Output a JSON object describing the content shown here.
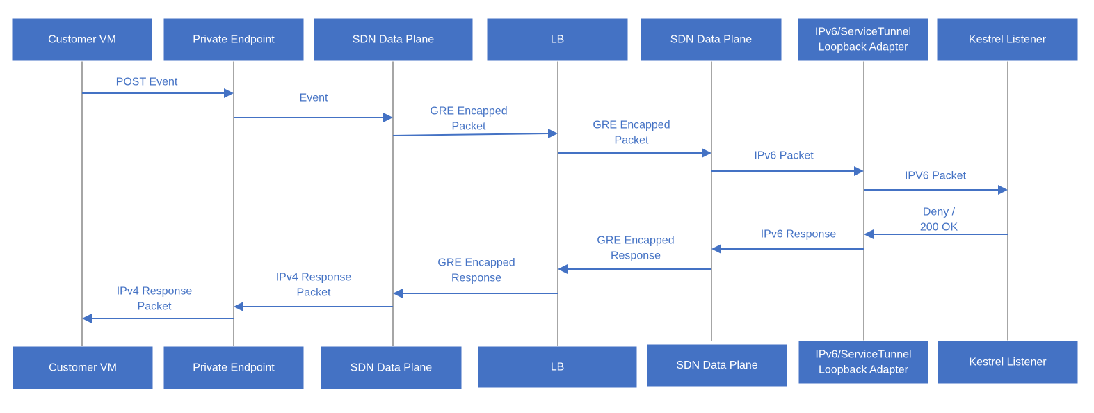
{
  "participants": [
    {
      "id": "customer-vm",
      "label": [
        "Customer VM"
      ]
    },
    {
      "id": "private-endpoint",
      "label": [
        "Private Endpoint"
      ]
    },
    {
      "id": "sdn-data-plane-1",
      "label": [
        "SDN Data Plane"
      ]
    },
    {
      "id": "lb",
      "label": [
        "LB"
      ]
    },
    {
      "id": "sdn-data-plane-2",
      "label": [
        "SDN Data Plane"
      ]
    },
    {
      "id": "ipv6-service-tunnel",
      "label": [
        "IPv6/ServiceTunnel",
        "Loopback Adapter"
      ]
    },
    {
      "id": "kestrel-listener",
      "label": [
        "Kestrel Listener"
      ]
    }
  ],
  "messages": [
    {
      "from": 0,
      "to": 1,
      "label": [
        "POST Event"
      ]
    },
    {
      "from": 1,
      "to": 2,
      "label": [
        "Event"
      ]
    },
    {
      "from": 2,
      "to": 3,
      "label": [
        "GRE Encapped",
        "Packet"
      ]
    },
    {
      "from": 3,
      "to": 4,
      "label": [
        "GRE Encapped",
        "Packet"
      ]
    },
    {
      "from": 4,
      "to": 5,
      "label": [
        "IPv6 Packet"
      ]
    },
    {
      "from": 5,
      "to": 6,
      "label": [
        "IPV6 Packet"
      ]
    },
    {
      "from": 6,
      "to": 5,
      "label": [
        "Deny /",
        "200 OK"
      ]
    },
    {
      "from": 5,
      "to": 4,
      "label": [
        "IPv6 Response"
      ]
    },
    {
      "from": 4,
      "to": 3,
      "label": [
        "GRE Encapped",
        "Response"
      ]
    },
    {
      "from": 3,
      "to": 2,
      "label": [
        "GRE Encapped",
        "Response"
      ]
    },
    {
      "from": 2,
      "to": 1,
      "label": [
        "IPv4 Response",
        "Packet"
      ]
    },
    {
      "from": 1,
      "to": 0,
      "label": [
        "IPv4 Response",
        "Packet"
      ]
    }
  ],
  "colors": {
    "box_fill": "#4472c4",
    "box_text": "#ffffff",
    "arrow": "#4472c4",
    "lifeline": "#a6a6a6"
  }
}
